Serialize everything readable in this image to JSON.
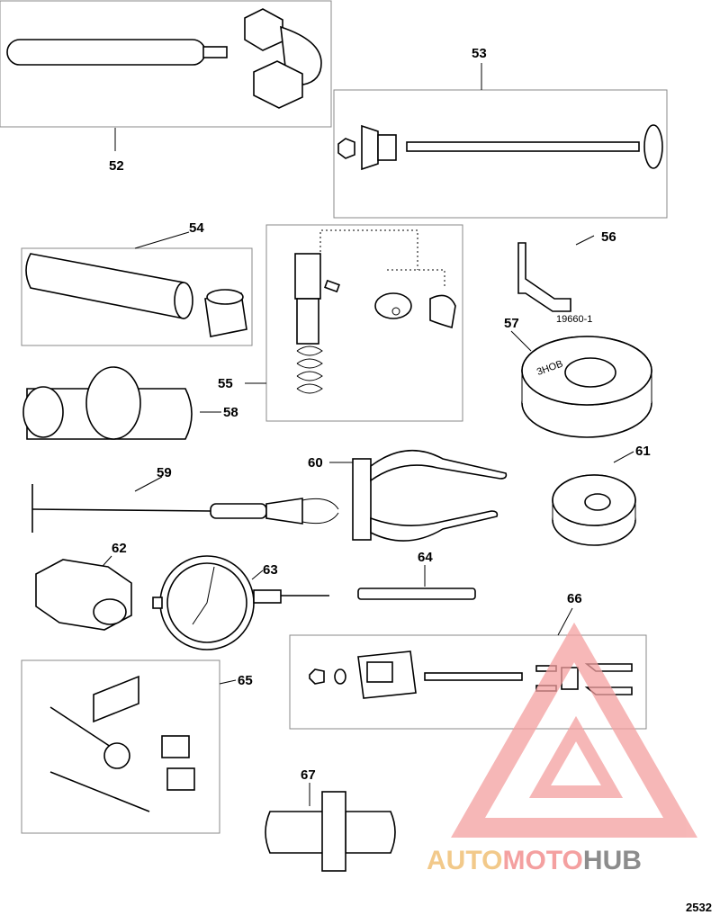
{
  "callouts": {
    "c52": "52",
    "c53": "53",
    "c54": "54",
    "c55": "55",
    "c56": "56",
    "c57": "57",
    "c58": "58",
    "c59": "59",
    "c60": "60",
    "c61": "61",
    "c62": "62",
    "c63": "63",
    "c64": "64",
    "c65": "65",
    "c66": "66",
    "c67": "67"
  },
  "part_labels": {
    "partnum_56": "19660-1",
    "tool_mark_57": "3HOB"
  },
  "figure_number": "2532",
  "watermark": {
    "part1": "AUTO",
    "part2": "MOTO",
    "part3": "HUB",
    "colors": {
      "auto": "#f2c98a",
      "moto": "#f4a0a0",
      "hub": "#8c8c8c",
      "logo": "#f4a0a0"
    }
  }
}
